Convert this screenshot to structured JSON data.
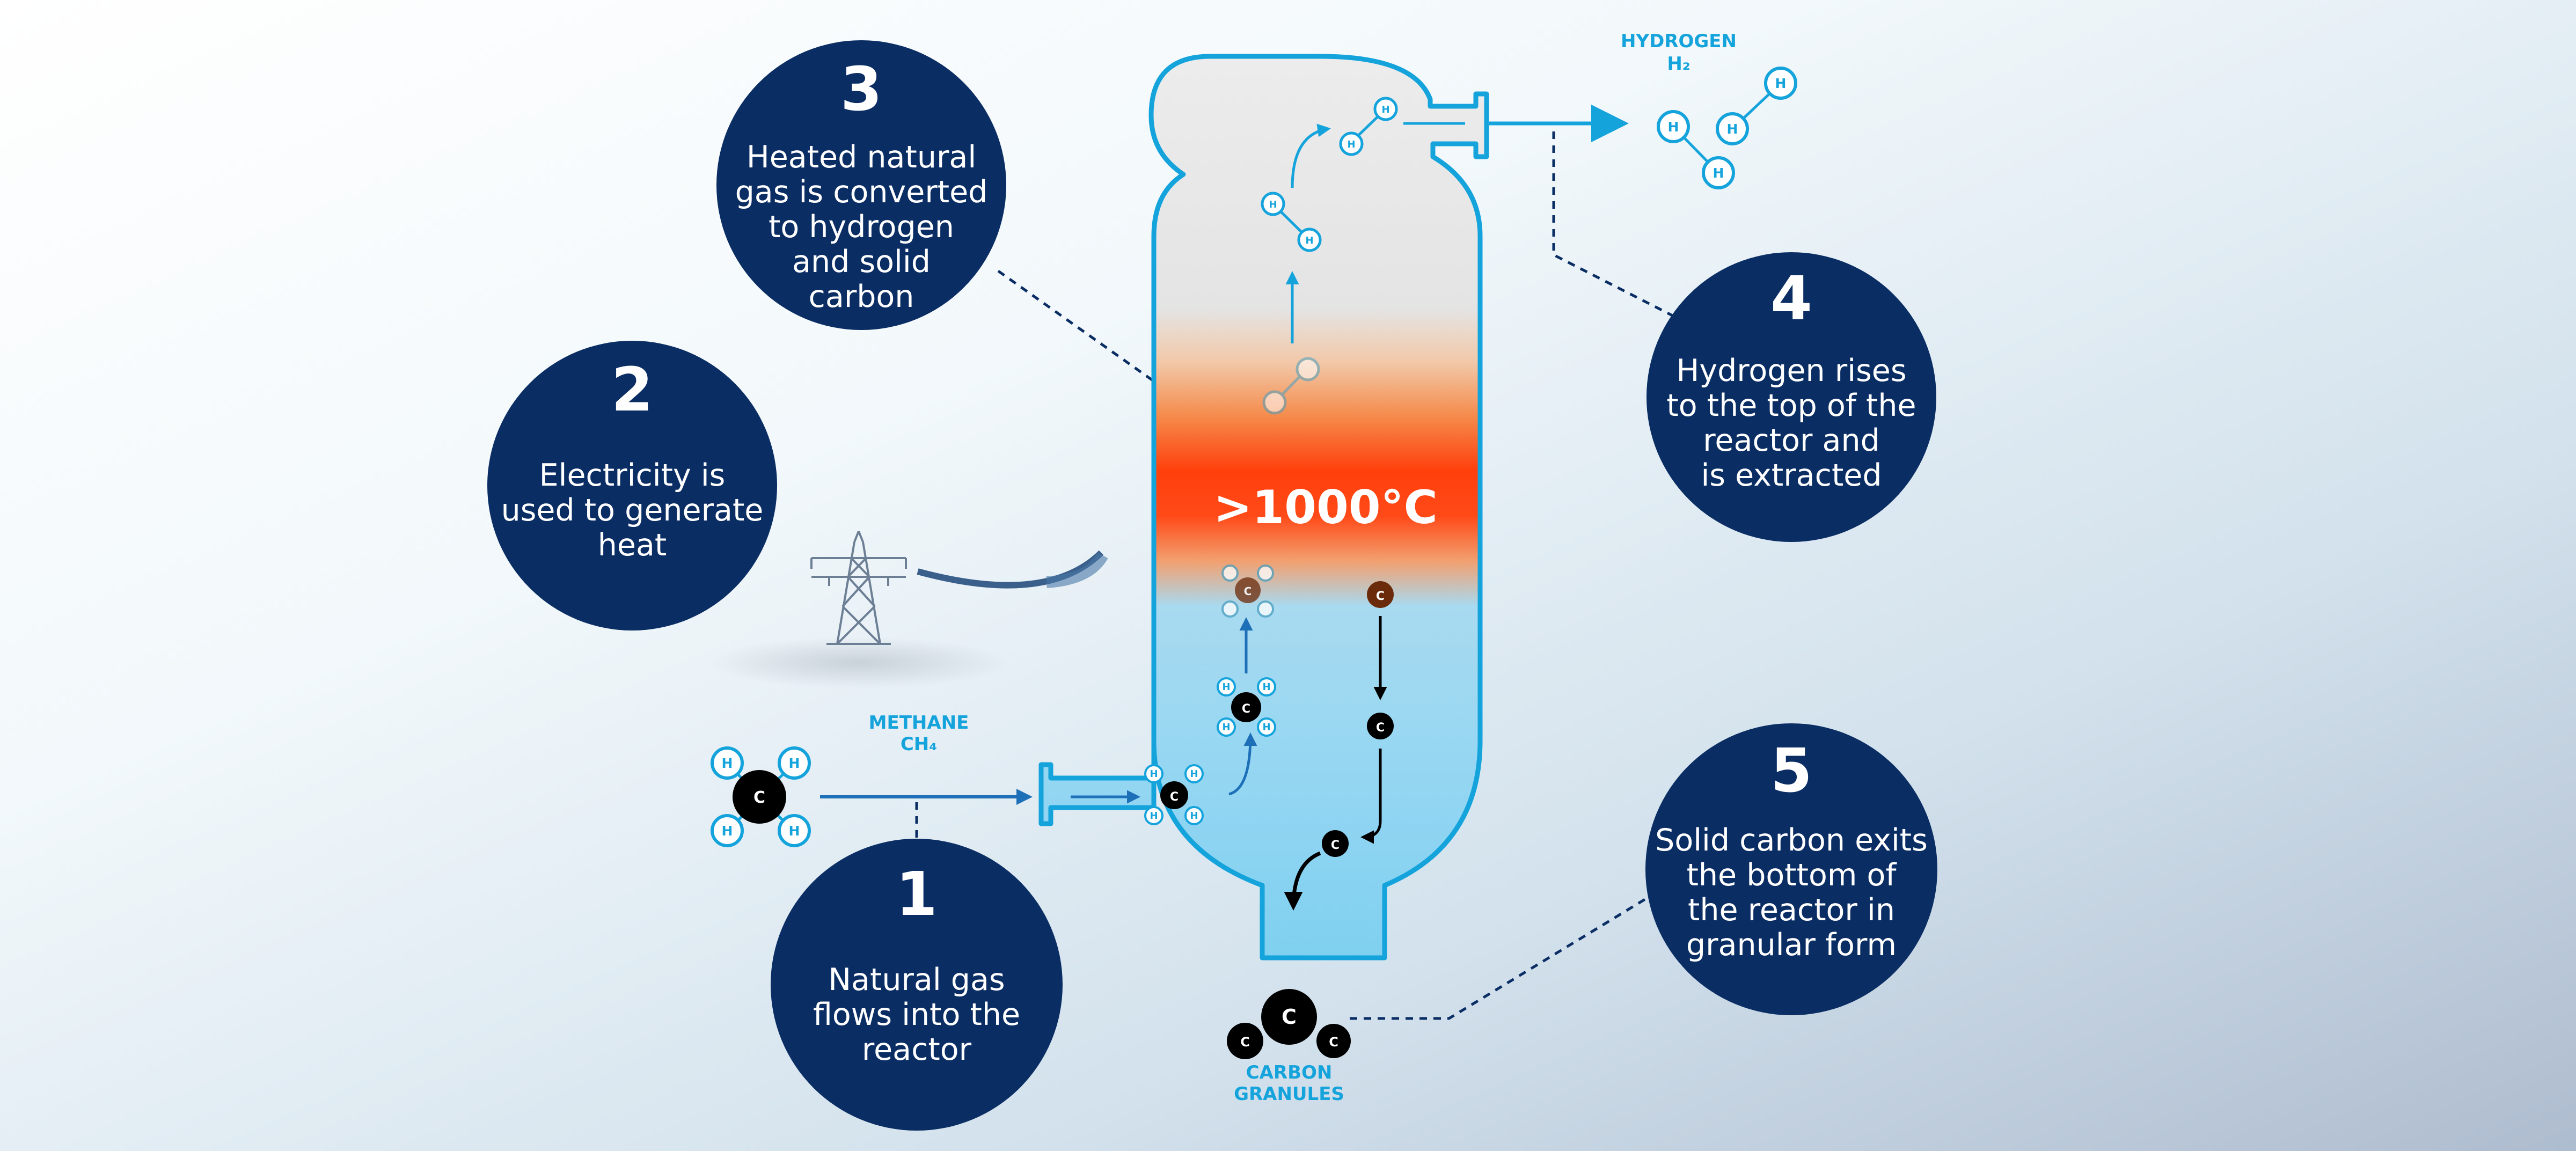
{
  "diagram": {
    "temperature_label": ">1000°C",
    "colors": {
      "navy": "#0a2d64",
      "cyan": "#15a3dc",
      "heat": "#ff3d0a",
      "carbon": "#000000",
      "carbon_hot": "#6b2a0a"
    },
    "labels": {
      "methane_name": "METHANE",
      "methane_formula": "CH₄",
      "hydrogen_name": "HYDROGEN",
      "hydrogen_formula": "H₂",
      "carbon_line1": "CARBON",
      "carbon_line2": "GRANULES"
    },
    "atom_symbols": {
      "hydrogen": "H",
      "carbon": "C"
    },
    "steps": [
      {
        "number": "1",
        "lines": [
          "Natural gas",
          "flows into the",
          "reactor"
        ]
      },
      {
        "number": "2",
        "lines": [
          "Electricity is",
          "used to generate",
          "heat"
        ]
      },
      {
        "number": "3",
        "lines": [
          "Heated natural",
          "gas is converted",
          "to hydrogen",
          "and solid",
          "carbon"
        ]
      },
      {
        "number": "4",
        "lines": [
          "Hydrogen rises",
          "to the top of the",
          "reactor and",
          "is extracted"
        ]
      },
      {
        "number": "5",
        "lines": [
          "Solid carbon exits",
          "the bottom of",
          "the reactor in",
          "granular form"
        ]
      }
    ],
    "icons": [
      "pylon-icon",
      "methane-molecule-icon",
      "hydrogen-molecule-icon",
      "carbon-granules-icon"
    ]
  }
}
